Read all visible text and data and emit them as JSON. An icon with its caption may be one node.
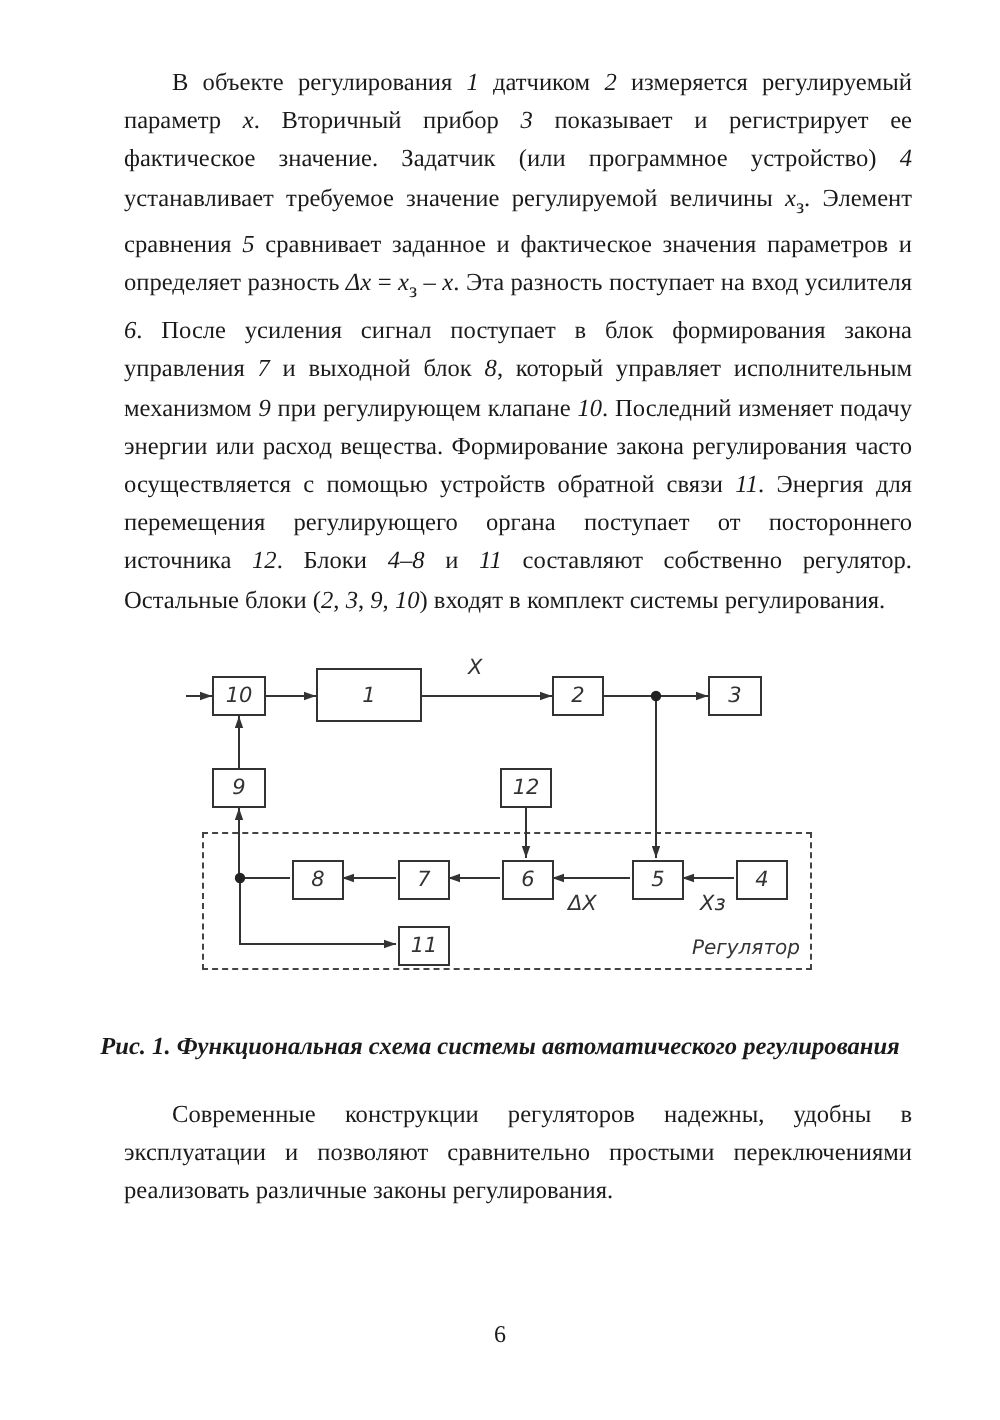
{
  "diagram": {
    "caption": "Рис. 1. Функциональная схема системы автоматического регулирования",
    "nodes": [
      {
        "text": [
          "10"
        ]
      },
      {
        "text": [
          "1"
        ]
      },
      {
        "text": [
          "2"
        ]
      },
      {
        "text": [
          "3"
        ]
      },
      {
        "text": [
          "9"
        ]
      },
      {
        "text": [
          "12"
        ]
      },
      {
        "text": [
          "Регулятор"
        ]
      },
      {
        "text": [
          "8"
        ],
        "in": 6
      },
      {
        "text": [
          "7"
        ],
        "in": 6
      },
      {
        "text": [
          "6"
        ],
        "in": 6
      },
      {
        "text": [
          "5"
        ],
        "in": 6
      },
      {
        "text": [
          "4"
        ],
        "in": 6
      },
      {
        "text": [
          "11"
        ],
        "in": 6
      }
    ],
    "edges": [
      {
        "from": null,
        "to": 0,
        "arrow": "to"
      },
      {
        "from": 0,
        "to": 1,
        "arrow": "to"
      },
      {
        "from": 1,
        "to": 2,
        "arrow": "to",
        "label": "X"
      },
      {
        "from": 2,
        "to": 3,
        "arrow": "to"
      },
      {
        "from": 2,
        "to": 10,
        "arrow": "to"
      },
      {
        "from": 5,
        "to": 9,
        "arrow": "to"
      },
      {
        "from": 11,
        "to": 10,
        "arrow": "to",
        "label": "Xз"
      },
      {
        "from": 10,
        "to": 9,
        "arrow": "to",
        "label": "ΔX"
      },
      {
        "from": 9,
        "to": 8,
        "arrow": "to"
      },
      {
        "from": 8,
        "to": 7,
        "arrow": "to"
      },
      {
        "from": 7,
        "to": 4,
        "arrow": "to"
      },
      {
        "from": 7,
        "to": 12,
        "arrow": "to"
      },
      {
        "from": 4,
        "to": 0,
        "arrow": "to"
      }
    ],
    "labels": [
      "В объекте регулирования *1* датчиком *2* измеряется регулируемый параметр *x*. Вторичный прибор *3* показывает и регистрирует ее фактическое значение. Задатчик (или программное устройство) *4* устанавливает требуемое значение регулируемой величины *x*$_{з}$. Элемент сравнения *5* сравнивает заданное и фактическое значения параметров и определяет разность *Δx* = *x*$_{з}$ – *x*. Эта разность поступает на вход усилителя *6*. После усиления сигнал поступает в блок формирования закона управления *7* и выходной блок *8*, который управляет исполнительным механизмом *9* при регулирующем клапане *10*. Последний изменяет подачу энергии или расход вещества. Формирование закона регулирования часто осуществляется с помощью устройств обратной связи *11*. Энергия для перемещения регулирующего органа поступает от постороннего источника *12*. Блоки *4*–*8* и *11* составляют собственно регулятор. Остальные блоки (*2*, *3*, *9*, *10*) входят в комплект системы регулирования.",
      "Современные конструкции регуляторов надежны, удобны в эксплуатации и позволяют сравнительно простыми переключениями реализовать различные законы регулирования.",
      "6"
    ]
  }
}
